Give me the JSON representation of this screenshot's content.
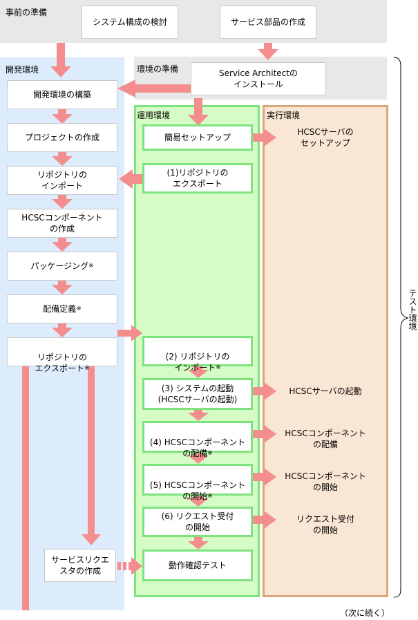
{
  "regions": {
    "pre": "事前の準備",
    "dev": "開発環境",
    "prep": "環境の準備",
    "ops": "運用環境",
    "exec": "実行環境",
    "test": "テスト環境"
  },
  "pre_boxes": {
    "system_design": "システム構成の検討",
    "service_parts": "サービス部品の作成"
  },
  "prep_box": "Service Architectの\nインストール",
  "dev_boxes": [
    "開発環境の構築",
    "プロジェクトの作成",
    "リポジトリの\nインポート",
    "HCSCコンポーネント\nの作成",
    "パッケージング",
    "配備定義",
    "リポジトリの\nエクスポート",
    "サービスリクエ\nスタの作成"
  ],
  "ops_boxes": [
    "簡易セットアップ",
    "(1)リポジトリの\nエクスポート",
    "(2) リポジトリの\nインポート",
    "(3) システムの起動\n(HCSCサーバの起動)",
    "(4) HCSCコンポーネント\nの配備",
    "(5) HCSCコンポーネント\nの開始",
    "(6) リクエスト受付\nの開始",
    "動作確認テスト"
  ],
  "exec_texts": [
    "HCSCサーバの\nセットアップ",
    "HCSCサーバの起動",
    "HCSCコンポーネント\nの配備",
    "HCSCコンポーネント\nの開始",
    "リクエスト受付\nの開始"
  ],
  "note_mark": "※",
  "continued": "（次に続く）",
  "colors": {
    "arrow": "#f48e8e",
    "dev_bg": "#dcecfc",
    "ops_bg": "#d4fcc4",
    "ops_border": "#7ee27e",
    "exec_bg": "#fae6d4",
    "exec_border": "#d8a878",
    "gray_bg": "#e8e8e8"
  }
}
